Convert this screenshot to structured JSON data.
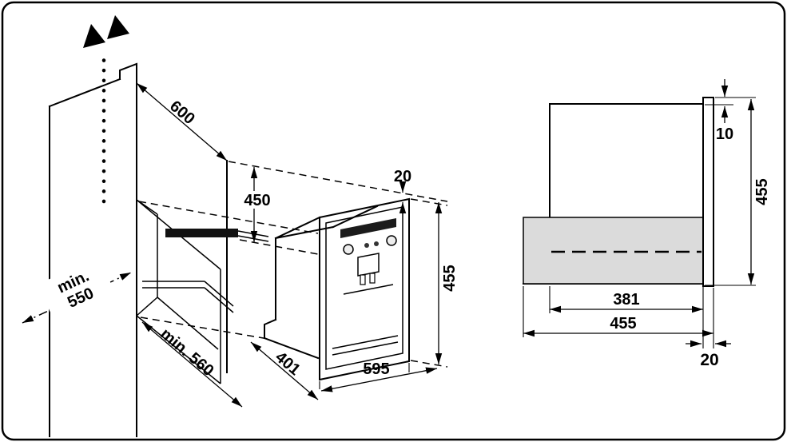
{
  "figure": {
    "description": "Built-in appliance niche installation drawing with dimensions",
    "colors": {
      "line": "#000000",
      "background": "#ffffff",
      "shade": "#dbdbdb"
    }
  },
  "isometric_view": {
    "cabinet_top_depth": "600",
    "rail_height": "450",
    "top_clearance": "20",
    "appliance_height": "455",
    "min_cabinet_depth_line1": "min.",
    "min_cabinet_depth_line2": "550",
    "min_niche_width": "min. 560",
    "appliance_body_depth": "401",
    "appliance_width": "595"
  },
  "side_view": {
    "top_gap": "10",
    "niche_height": "455",
    "body_depth": "381",
    "total_depth": "455",
    "panel_thickness": "20"
  }
}
